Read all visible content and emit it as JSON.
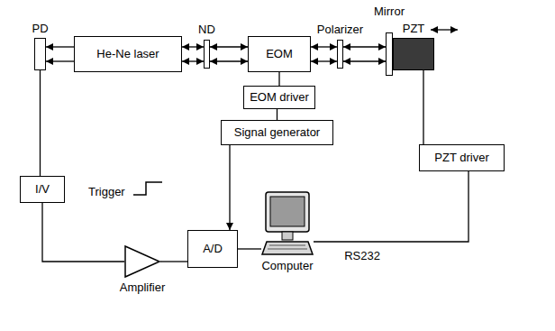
{
  "diagram": {
    "nodes": [
      {
        "text": [
          "PD"
        ]
      },
      {
        "text": [
          "He-Ne laser"
        ]
      },
      {
        "text": [
          "ND"
        ]
      },
      {
        "text": [
          "EOM"
        ]
      },
      {
        "text": [
          "Polarizer"
        ]
      },
      {
        "text": [
          "Mirror"
        ]
      },
      {
        "text": [
          "PZT"
        ]
      },
      {
        "text": [
          "EOM driver"
        ]
      },
      {
        "text": [
          "Signal generator"
        ]
      },
      {
        "text": [
          "PZT driver"
        ]
      },
      {
        "text": [
          "I/V"
        ]
      },
      {
        "text": [
          "Amplifier"
        ]
      },
      {
        "text": [
          "A/D"
        ]
      },
      {
        "text": [
          "Computer"
        ]
      }
    ],
    "edges": [
      {
        "from": 1,
        "to": 0,
        "arrow": "to"
      },
      {
        "from": 1,
        "to": 2,
        "arrow": "both"
      },
      {
        "from": 2,
        "to": 3,
        "arrow": "both"
      },
      {
        "from": 3,
        "to": 4,
        "arrow": "both"
      },
      {
        "from": 4,
        "to": 5,
        "arrow": "both"
      },
      {
        "from": 3,
        "to": 7,
        "arrow": "none"
      },
      {
        "from": 7,
        "to": 8,
        "arrow": "none"
      },
      {
        "from": 8,
        "to": 12,
        "arrow": "to"
      },
      {
        "from": 0,
        "to": 10,
        "arrow": "none"
      },
      {
        "from": 10,
        "to": 11,
        "arrow": "none"
      },
      {
        "from": 11,
        "to": 12,
        "arrow": "none"
      },
      {
        "from": 12,
        "to": 13,
        "arrow": "none"
      },
      {
        "from": 9,
        "to": 6,
        "arrow": "none"
      },
      {
        "from": 13,
        "to": 9,
        "label": "RS232",
        "arrow": "none"
      }
    ],
    "labels": [
      "Trigger"
    ]
  }
}
